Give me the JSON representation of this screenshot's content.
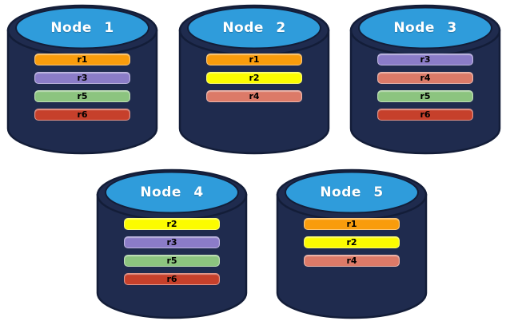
{
  "page_bg": "#ffffff",
  "cylinder_style": {
    "body_color": "#1F2B4E",
    "top_color": "#2F9CDB",
    "outline_color": "#131D38",
    "node_label_color": "#FFFFFF",
    "replica_label_color": "#000000"
  },
  "replica_colors": {
    "r1": "#F99C0C",
    "r2": "#FCFC00",
    "r3": "#8B7CC8",
    "r4": "#DC7A68",
    "r5": "#8CC47F",
    "r6": "#C6402B"
  },
  "nodes": [
    {
      "label": "Node 1",
      "replicas": [
        "r1",
        "r3",
        "r5",
        "r6"
      ]
    },
    {
      "label": "Node 2",
      "replicas": [
        "r1",
        "r2",
        "r4"
      ]
    },
    {
      "label": "Node 3",
      "replicas": [
        "r3",
        "r4",
        "r5",
        "r6"
      ]
    },
    {
      "label": "Node 4",
      "replicas": [
        "r2",
        "r3",
        "r5",
        "r6"
      ]
    },
    {
      "label": "Node 5",
      "replicas": [
        "r1",
        "r2",
        "r4"
      ]
    }
  ]
}
